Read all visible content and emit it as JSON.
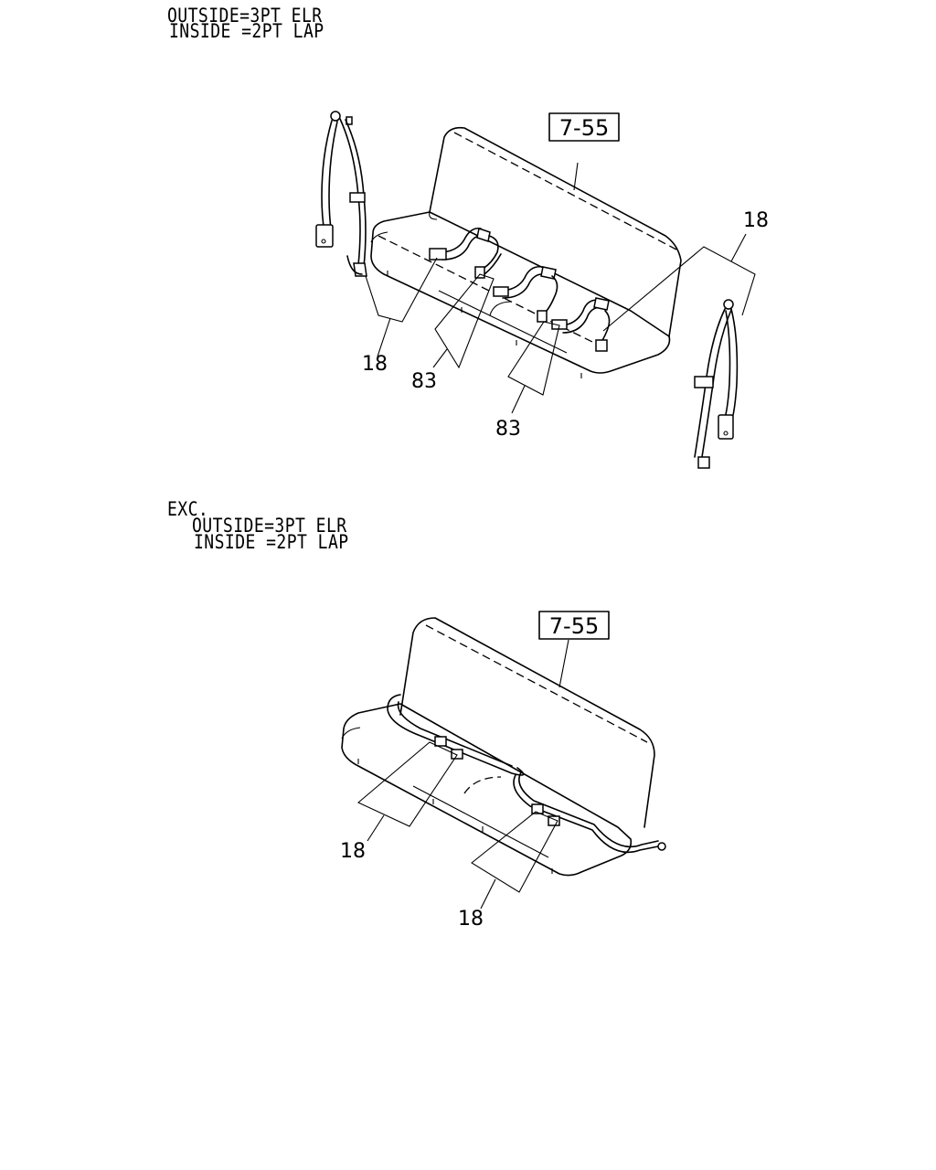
{
  "notes": {
    "top_line1": "OUTSIDE=3PT ELR",
    "top_line2": "INSIDE =2PT LAP",
    "bottom_prefix": "EXC.",
    "bottom_line1": "OUTSIDE=3PT ELR",
    "bottom_line2": "INSIDE =2PT LAP"
  },
  "figure_top": {
    "reference_box": "7-55",
    "callouts": {
      "left_retractor": "18",
      "right_retractor": "18",
      "center_buckle_left": "83",
      "center_buckle_right": "83"
    }
  },
  "figure_bottom": {
    "reference_box": "7-55",
    "callouts": {
      "left_lap_belt": "18",
      "right_lap_belt": "18"
    }
  }
}
